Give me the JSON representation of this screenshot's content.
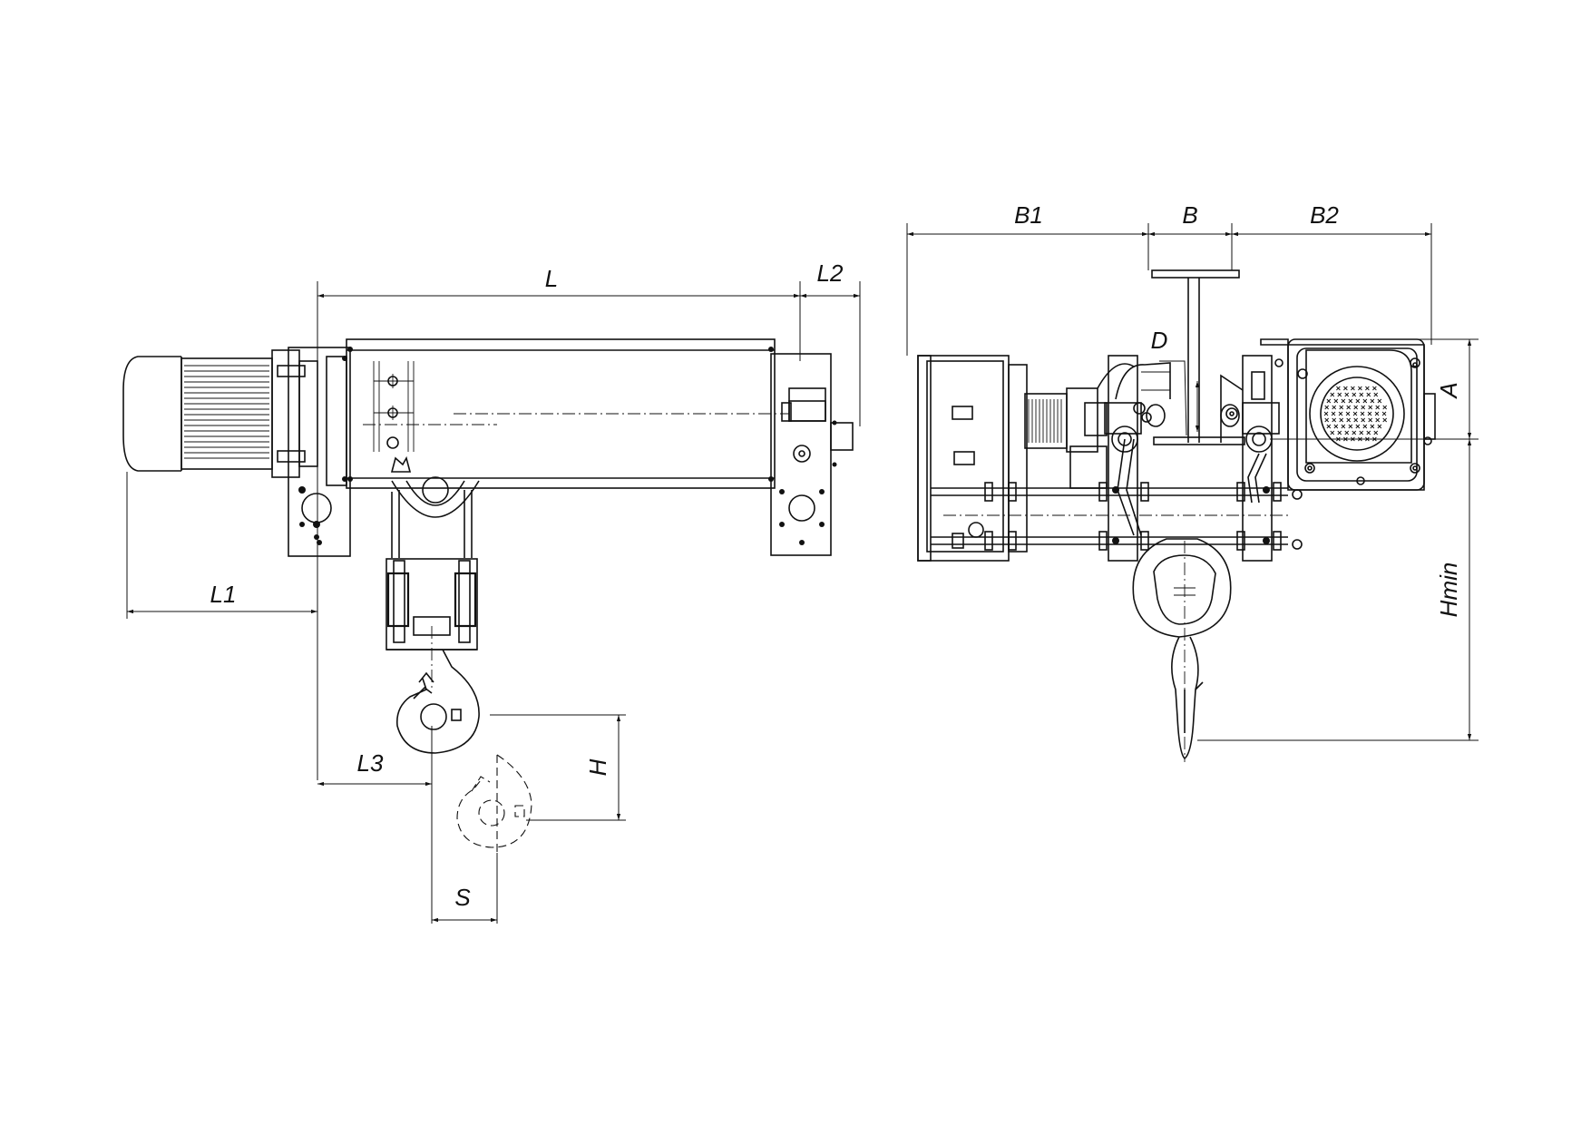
{
  "dimensions": {
    "L": "L",
    "L1": "L1",
    "L2": "L2",
    "L3": "L3",
    "H": "H",
    "S": "S",
    "B": "B",
    "B1": "B1",
    "B2": "B2",
    "D": "D",
    "A": "A",
    "Hmin": "Hmin"
  }
}
